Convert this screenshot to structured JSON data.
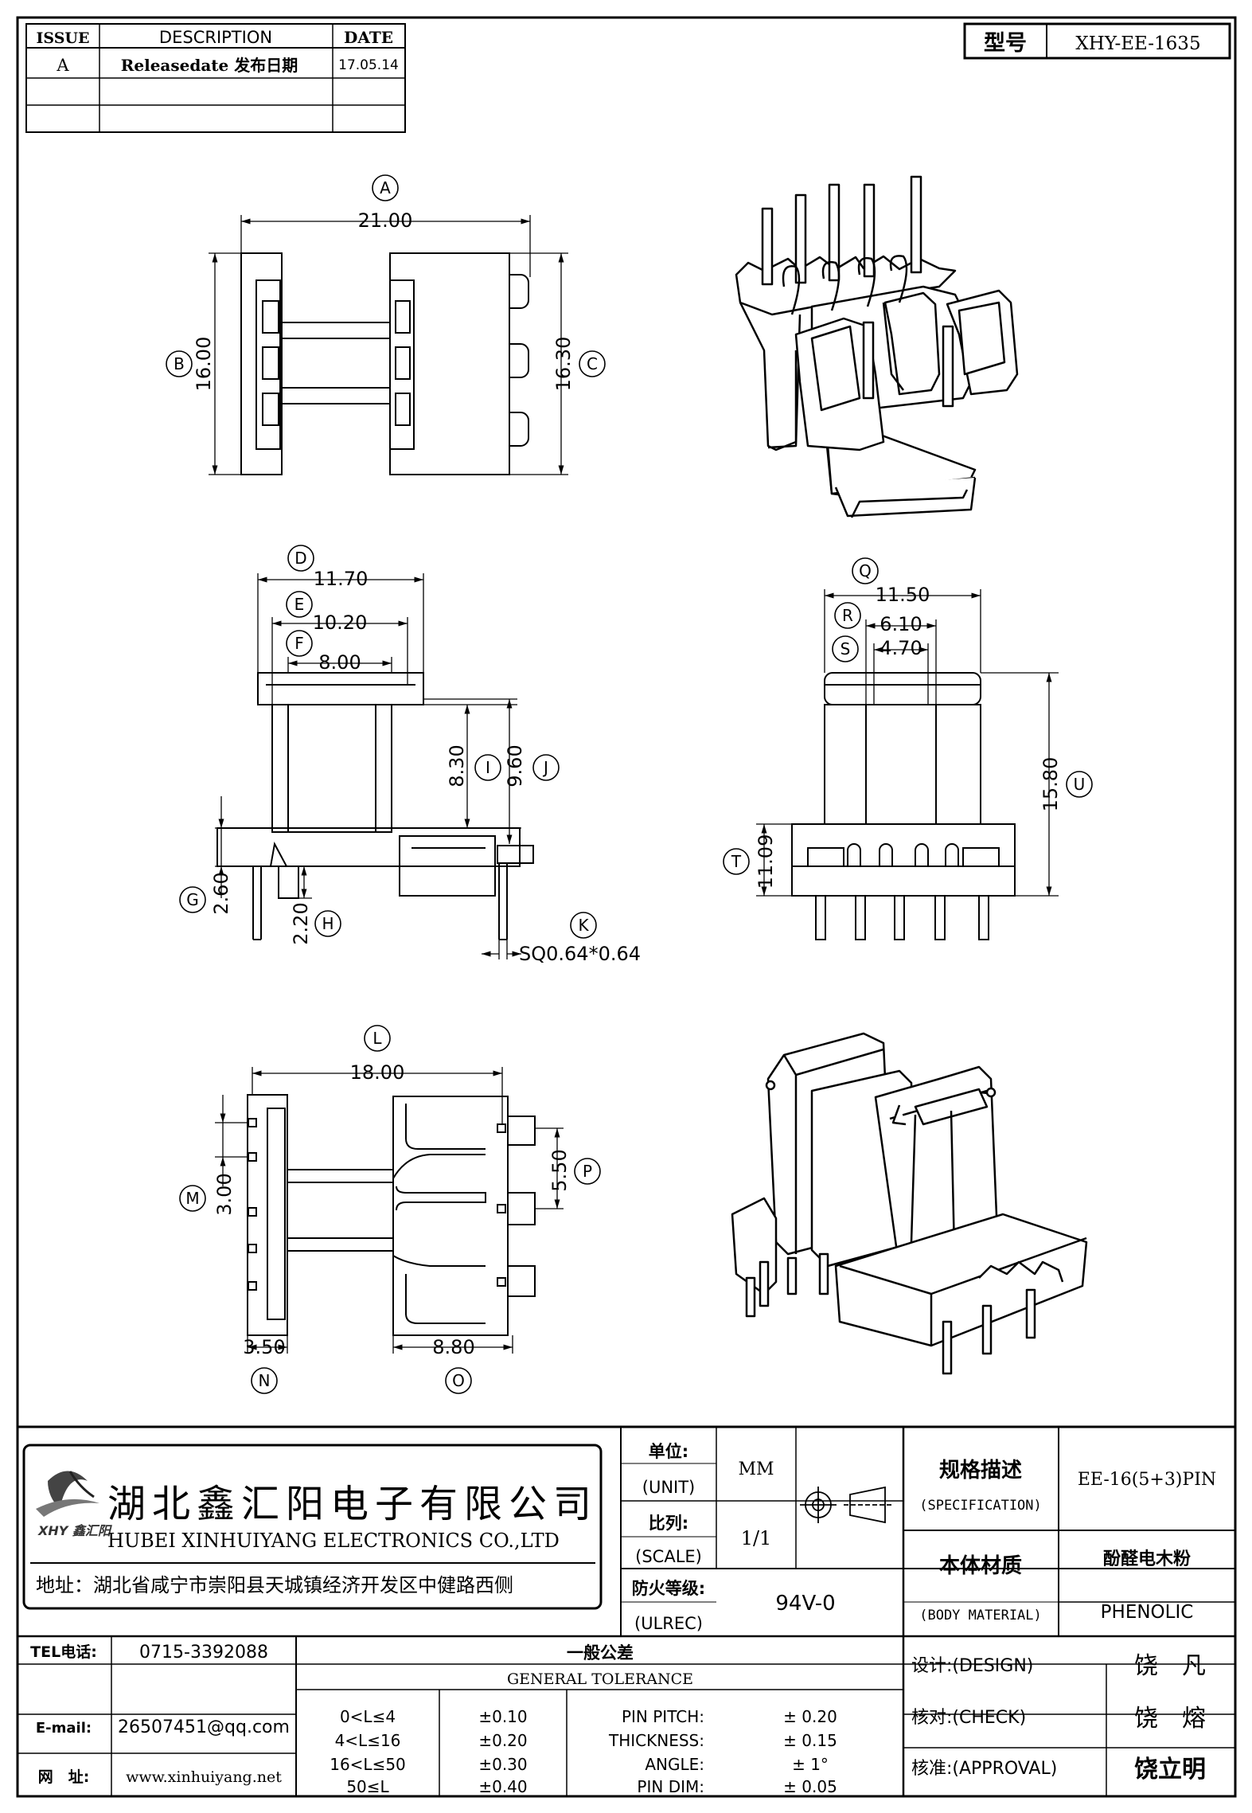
{
  "revision_table": {
    "headers": [
      "ISSUE",
      "DESCRIPTION",
      "DATE"
    ],
    "rows": [
      {
        "issue": "A",
        "description": "Releasedate 发布日期",
        "date": "17.05.14"
      },
      {
        "issue": "",
        "description": "",
        "date": ""
      },
      {
        "issue": "",
        "description": "",
        "date": ""
      }
    ]
  },
  "model": {
    "label": "型号",
    "value": "XHY-EE-1635"
  },
  "dimensions": {
    "A": "21.00",
    "B": "16.00",
    "C": "16.30",
    "D": "11.70",
    "E": "10.20",
    "F": "8.00",
    "G": "2.60",
    "H": "2.20",
    "I": "8.30",
    "J": "9.60",
    "K": "SQ0.64*0.64",
    "L": "18.00",
    "M": "3.00",
    "N": "3.50",
    "O": "8.80",
    "P": "5.50",
    "Q": "11.50",
    "R": "6.10",
    "S": "4.70",
    "T": "11.09",
    "U": "15.80"
  },
  "company": {
    "name_cn": "湖北鑫汇阳电子有限公司",
    "name_en": "HUBEI XINHUIYANG ELECTRONICS CO.,LTD",
    "address": "地址：湖北省咸宁市崇阳县天城镇经济开发区中健路西侧",
    "logo_text": "XHY 鑫汇阳"
  },
  "specs": {
    "unit_label_cn": "单位:",
    "unit_label_en": "(UNIT)",
    "unit_value": "MM",
    "scale_label_cn": "比列:",
    "scale_label_en": "(SCALE)",
    "scale_value": "1/1",
    "fire_label_cn": "防火等级:",
    "fire_label_en": "(ULREC)",
    "fire_value": "94V-0",
    "spec_label_cn": "规格描述",
    "spec_label_en": "(SPECIFICATION)",
    "spec_value": "EE-16(5+3)PIN",
    "material_label_cn": "本体材质",
    "material_label_en": "(BODY MATERIAL)",
    "material_value_cn": "酚醛电木粉",
    "material_value_en": "PHENOLIC"
  },
  "contact": {
    "tel_label": "TEL电话:",
    "tel": "0715-3392088",
    "email_label": "E-mail:",
    "email": "26507451@qq.com",
    "web_label": "网　址:",
    "web": "www.xinhuiyang.net"
  },
  "tolerance": {
    "title_cn": "一般公差",
    "title_en": "GENERAL TOLERANCE",
    "ranges": [
      {
        "range": "0<L≤4",
        "tol": "±0.10"
      },
      {
        "range": "4<L≤16",
        "tol": "±0.20"
      },
      {
        "range": "16<L≤50",
        "tol": "±0.30"
      },
      {
        "range": "50≤L",
        "tol": "±0.40"
      }
    ],
    "pin": [
      {
        "label": "PIN PITCH:",
        "value": "± 0.20"
      },
      {
        "label": "THICKNESS:",
        "value": "± 0.15"
      },
      {
        "label": "ANGLE:",
        "value": "± 1°"
      },
      {
        "label": "PIN DIM:",
        "value": "± 0.05"
      }
    ]
  },
  "approval": {
    "design_label": "设计:(DESIGN)",
    "design": "饶　凡",
    "check_label": "核对:(CHECK)",
    "check": "饶　熔",
    "approval_label": "核准:(APPROVAL)",
    "approval": "饶立明"
  }
}
